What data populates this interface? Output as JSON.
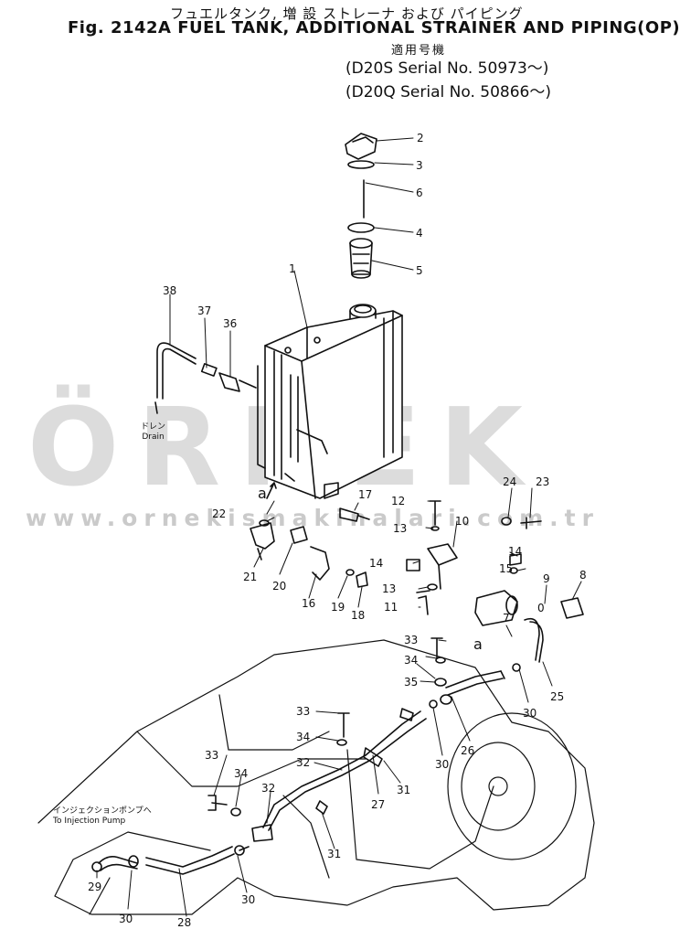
{
  "header": {
    "title_jp": "フュエルタンク, 増 設 ストレーナ および パイピング",
    "title_en": "Fig. 2142A FUEL TANK, ADDITIONAL STRAINER AND PIPING(OP)",
    "applicability_jp": "適用号機",
    "serial_1": "(D20S Serial No. 50973～)",
    "serial_2": "(D20Q Serial No. 50866～)"
  },
  "labels": {
    "drain_jp": "ドレン",
    "drain_en": "Drain",
    "injection_jp": "インジェクションポンプへ",
    "injection_en": "To Injection Pump",
    "ref_a_1": "a",
    "ref_a_2": "a"
  },
  "watermark": {
    "logo": "ÖRNEK",
    "url": "www.ornekismakinalari.com.tr"
  },
  "callouts": [
    {
      "id": "c2",
      "text": "2"
    },
    {
      "id": "c3",
      "text": "3"
    },
    {
      "id": "c6",
      "text": "6"
    },
    {
      "id": "c4",
      "text": "4"
    },
    {
      "id": "c5",
      "text": "5"
    },
    {
      "id": "c1",
      "text": "1"
    },
    {
      "id": "c38",
      "text": "38"
    },
    {
      "id": "c37",
      "text": "37"
    },
    {
      "id": "c36",
      "text": "36"
    },
    {
      "id": "c24",
      "text": "24"
    },
    {
      "id": "c23",
      "text": "23"
    },
    {
      "id": "c12",
      "text": "12"
    },
    {
      "id": "c17",
      "text": "17"
    },
    {
      "id": "c22",
      "text": "22"
    },
    {
      "id": "c13a",
      "text": "13"
    },
    {
      "id": "c10",
      "text": "10"
    },
    {
      "id": "c14a",
      "text": "14"
    },
    {
      "id": "c14b",
      "text": "14"
    },
    {
      "id": "c15",
      "text": "15"
    },
    {
      "id": "c9",
      "text": "9"
    },
    {
      "id": "c8",
      "text": "8"
    },
    {
      "id": "c0",
      "text": "0"
    },
    {
      "id": "c13b",
      "text": "13"
    },
    {
      "id": "c11",
      "text": "11"
    },
    {
      "id": "c7",
      "text": "7"
    },
    {
      "id": "c21",
      "text": "21"
    },
    {
      "id": "c20",
      "text": "20"
    },
    {
      "id": "c16",
      "text": "16"
    },
    {
      "id": "c19",
      "text": "19"
    },
    {
      "id": "c18",
      "text": "18"
    },
    {
      "id": "c33a",
      "text": "33"
    },
    {
      "id": "c34a",
      "text": "34"
    },
    {
      "id": "c35",
      "text": "35"
    },
    {
      "id": "c25",
      "text": "25"
    },
    {
      "id": "c30a",
      "text": "30"
    },
    {
      "id": "c26",
      "text": "26"
    },
    {
      "id": "c30b",
      "text": "30"
    },
    {
      "id": "c33b",
      "text": "33"
    },
    {
      "id": "c34b",
      "text": "34"
    },
    {
      "id": "c32a",
      "text": "32"
    },
    {
      "id": "c27",
      "text": "27"
    },
    {
      "id": "c31a",
      "text": "31"
    },
    {
      "id": "c33c",
      "text": "33"
    },
    {
      "id": "c34c",
      "text": "34"
    },
    {
      "id": "c32b",
      "text": "32"
    },
    {
      "id": "c31b",
      "text": "31"
    },
    {
      "id": "c29",
      "text": "29"
    },
    {
      "id": "c30c",
      "text": "30"
    },
    {
      "id": "c28",
      "text": "28"
    },
    {
      "id": "c30d",
      "text": "30"
    }
  ]
}
